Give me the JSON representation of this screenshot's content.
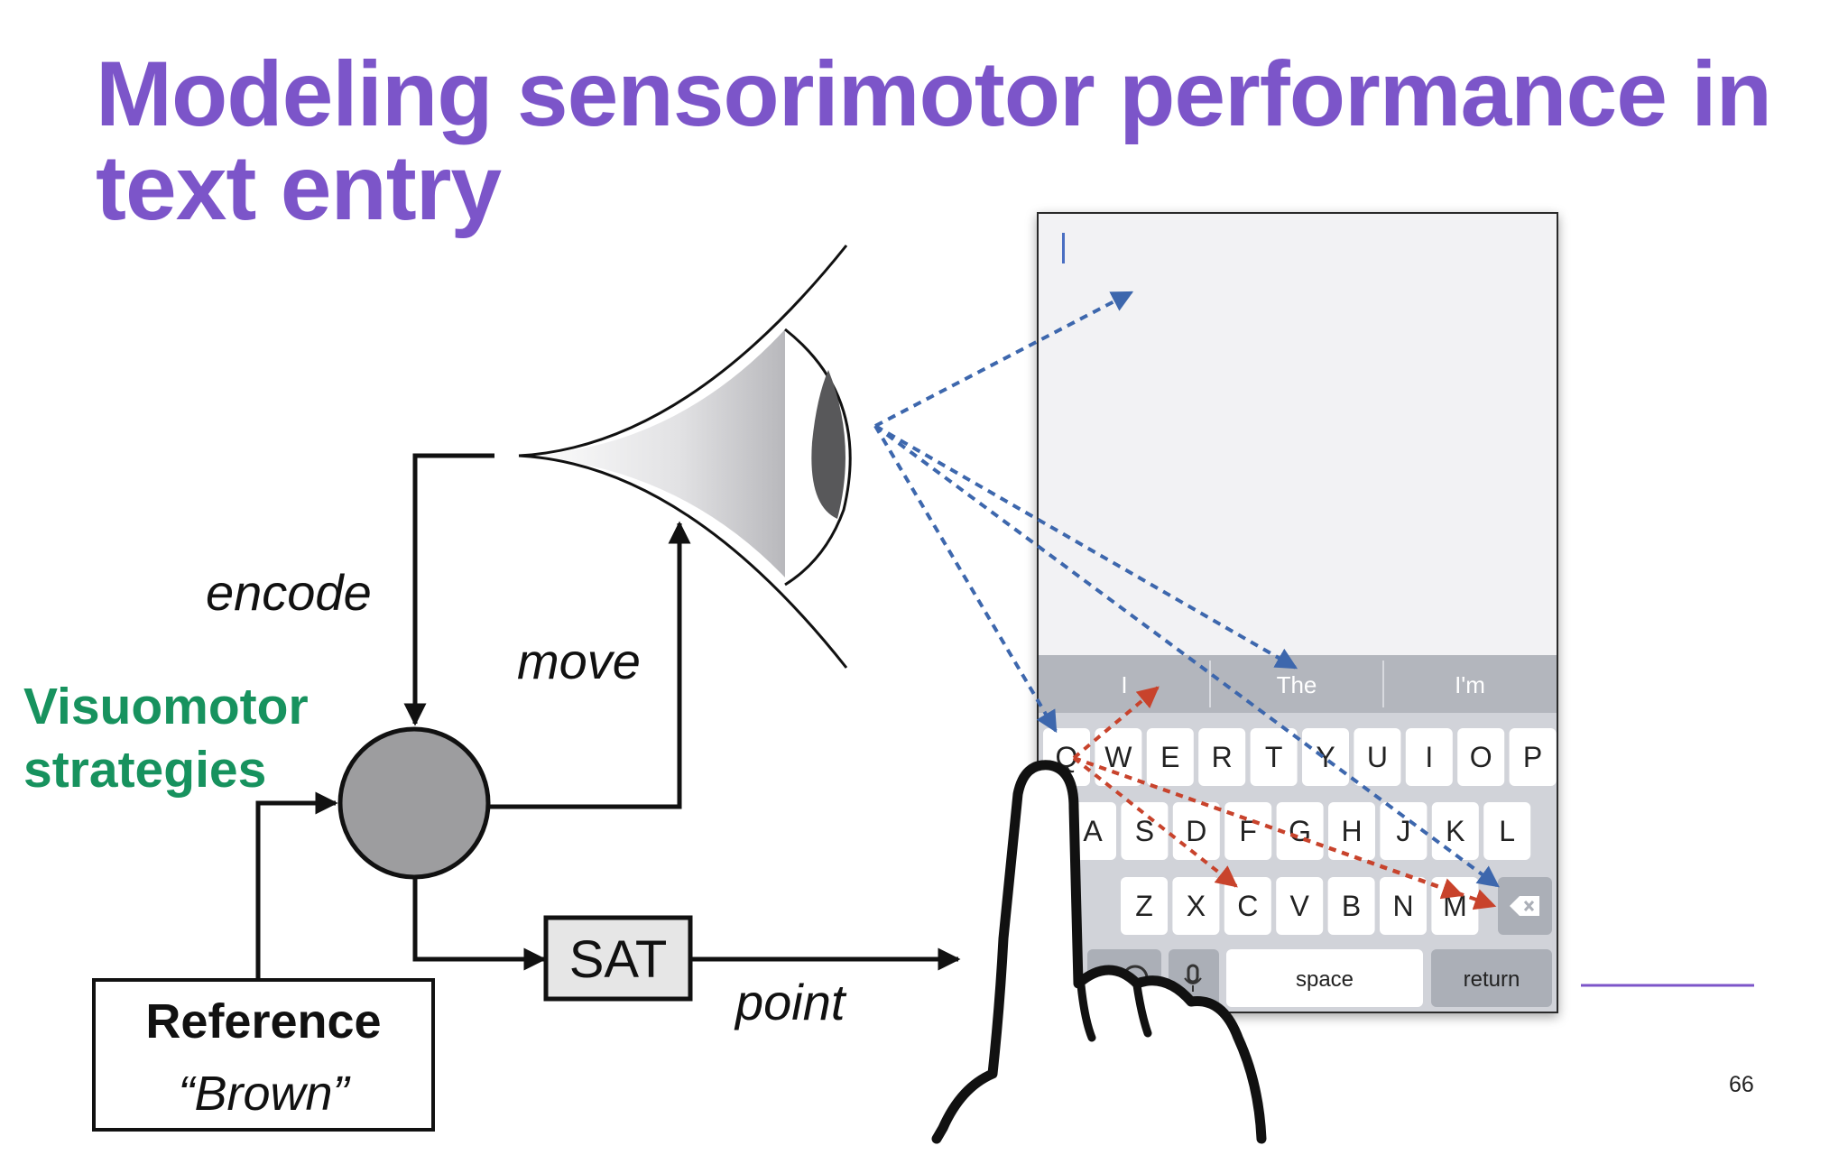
{
  "slide": {
    "title_line1": "Modeling sensorimotor performance in",
    "title_line2": "text entry",
    "side_label_line1": "Visuomotor",
    "side_label_line2": "strategies",
    "page_number": "66"
  },
  "diagram": {
    "encode_label": "encode",
    "move_label": "move",
    "point_label": "point",
    "sat_label": "SAT",
    "reference_label": "Reference",
    "reference_word": "“Brown”"
  },
  "keyboard": {
    "suggestions": [
      "I",
      "The",
      "I'm"
    ],
    "row1": [
      "Q",
      "W",
      "E",
      "R",
      "T",
      "Y",
      "U",
      "I",
      "O",
      "P"
    ],
    "row2": [
      "A",
      "S",
      "D",
      "F",
      "G",
      "H",
      "J",
      "K",
      "L"
    ],
    "row3": [
      "Z",
      "X",
      "C",
      "V",
      "B",
      "N",
      "M"
    ],
    "space_label": "space",
    "return_label": "return",
    "delete_icon": "backspace-icon",
    "emoji_icon": "emoji-icon",
    "mic_icon": "microphone-icon"
  },
  "colors": {
    "title": "#7c55c9",
    "side_label": "#17925e",
    "gaze_arrows": "#3d67ad",
    "finger_arrows": "#c8432c",
    "accent_rule": "#7c55c9"
  }
}
